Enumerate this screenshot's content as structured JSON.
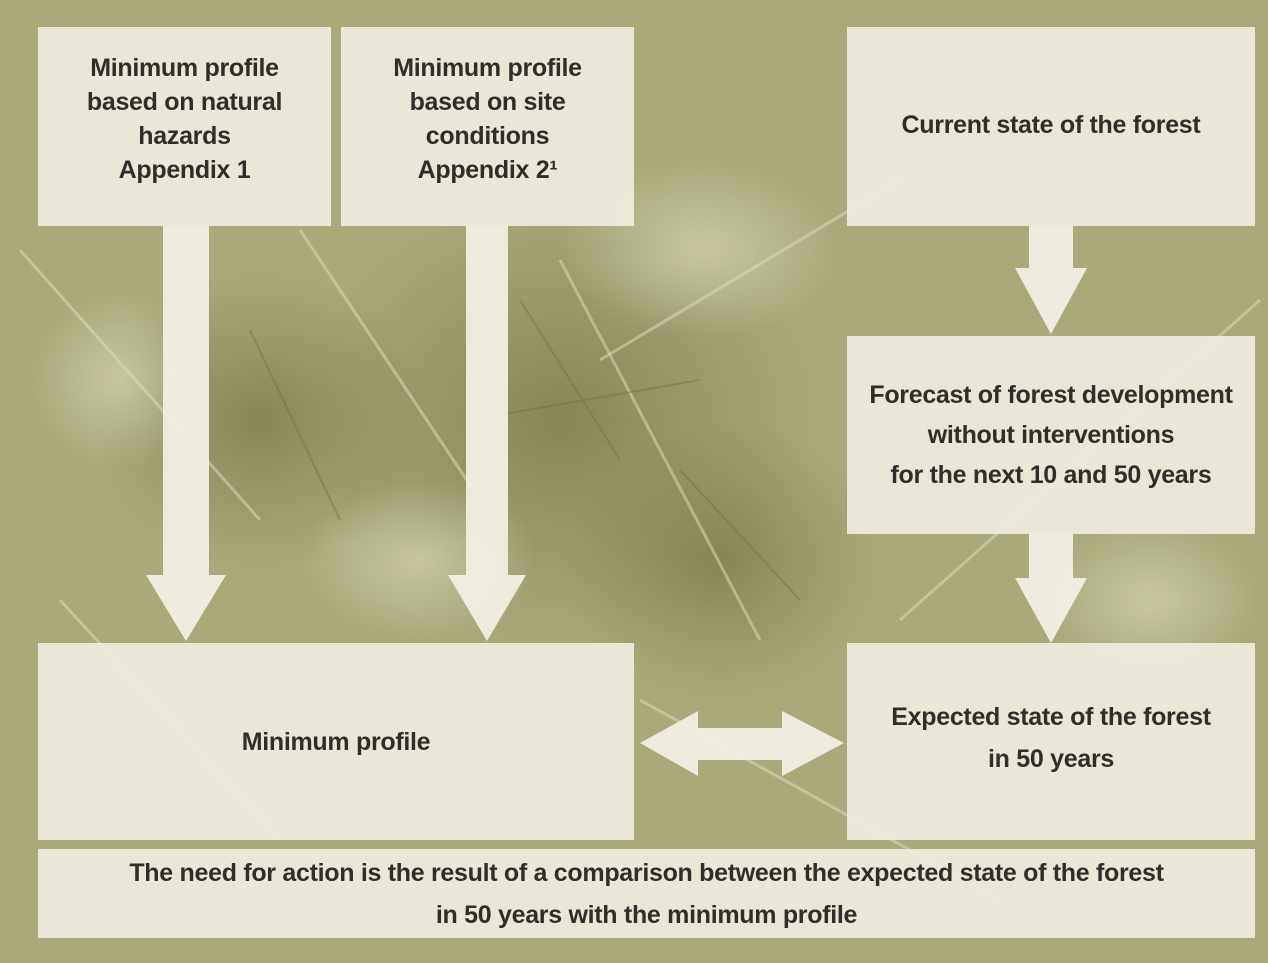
{
  "colors": {
    "background": "#a8a877",
    "box_fill": "#efece0",
    "arrow_fill": "#f1eee4",
    "text": "#2f2f2a"
  },
  "boxes": {
    "natural_hazards": {
      "lines": [
        "Minimum profile",
        "based on natural",
        "hazards",
        "Appendix 1"
      ]
    },
    "site_conditions": {
      "lines": [
        "Minimum profile",
        "based on site",
        "conditions",
        "Appendix 2¹"
      ]
    },
    "current_state": {
      "lines": [
        "Current state of the forest"
      ]
    },
    "forecast": {
      "lines": [
        "Forecast of forest development",
        "without interventions",
        "for the next 10 and 50 years"
      ]
    },
    "minimum_profile": {
      "lines": [
        "Minimum profile"
      ]
    },
    "expected_state": {
      "lines": [
        "Expected state of the forest",
        "in 50 years"
      ]
    },
    "conclusion": {
      "lines": [
        "The need for action is the result of a comparison between the expected state of the forest",
        "in 50 years with the minimum profile"
      ]
    }
  },
  "arrows": [
    {
      "name": "arrow-hazards-to-minimum-profile",
      "direction": "down"
    },
    {
      "name": "arrow-site-to-minimum-profile",
      "direction": "down"
    },
    {
      "name": "arrow-current-to-forecast",
      "direction": "down"
    },
    {
      "name": "arrow-forecast-to-expected",
      "direction": "down"
    },
    {
      "name": "arrow-compare-double",
      "direction": "both"
    }
  ]
}
